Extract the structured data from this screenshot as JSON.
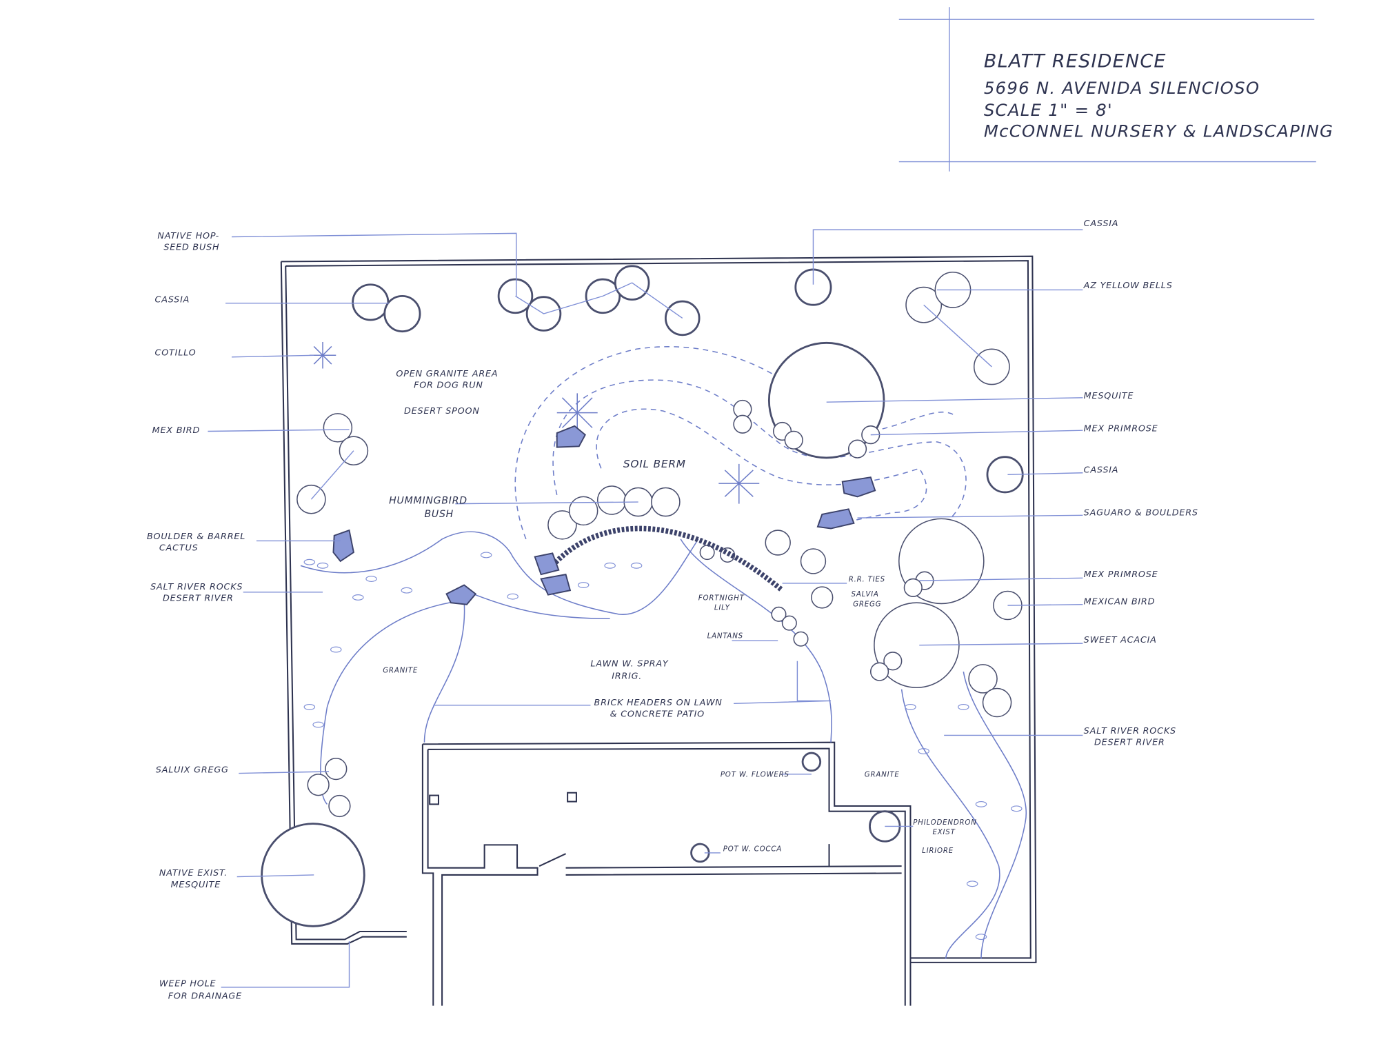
{
  "title_block": {
    "project": "BLATT RESIDENCE",
    "address": "5696 N. AVENIDA SILENCIOSO",
    "scale": "SCALE 1\" = 8'",
    "company": "McCONNEL NURSERY & LANDSCAPING"
  },
  "left_labels": {
    "hop_seed": [
      "NATIVE HOP-",
      "SEED BUSH"
    ],
    "cassia": "CASSIA",
    "cotillo": "COTILLO",
    "mex_bird": "MEX BIRD",
    "boulder_barrel": [
      "BOULDER & BARREL",
      "CACTUS"
    ],
    "salt_river": [
      "SALT RIVER ROCKS",
      "DESERT RIVER"
    ],
    "saluix": "SALUIX GREGG",
    "native_mesquite": [
      "NATIVE EXIST.",
      "MESQUITE"
    ],
    "weep_hole": [
      "WEEP HOLE",
      "FOR DRAINAGE"
    ]
  },
  "right_labels": {
    "cassia_top": "CASSIA",
    "az_yellow": "AZ YELLOW BELLS",
    "mesquite": "MESQUITE",
    "mex_primrose_1": "MEX PRIMROSE",
    "cassia_mid": "CASSIA",
    "saguaro": "SAGUARO & BOULDERS",
    "mex_primrose_2": "MEX PRIMROSE",
    "mexican_bird": "MEXICAN BIRD",
    "sweet_acacia": "SWEET ACACIA",
    "salt_river": [
      "SALT RIVER ROCKS",
      "DESERT RIVER"
    ]
  },
  "interior_labels": {
    "dog_run": [
      "OPEN GRANITE AREA",
      "FOR DOG RUN"
    ],
    "desert_spoon": "DESERT SPOON",
    "soil_berm": "SOIL BERM",
    "hummingbird": [
      "HUMMINGBIRD",
      "BUSH"
    ],
    "rr_ties": "R.R. TIES",
    "salvia": [
      "SALVIA",
      "GREGG"
    ],
    "fortnight": [
      "FORTNIGHT",
      "LILY"
    ],
    "lantans": "LANTANS",
    "lawn": [
      "LAWN W. SPRAY",
      "IRRIG."
    ],
    "granite_left": "GRANITE",
    "brick": [
      "BRICK HEADERS ON LAWN",
      "& CONCRETE PATIO"
    ],
    "pot_flowers": "POT W. FLOWERS",
    "granite_right": "GRANITE",
    "pot_cocca": "POT W. COCCA",
    "philodendron": [
      "PHILODENDRON",
      "EXIST"
    ],
    "liriore": "LIRIORE"
  },
  "colors": {
    "ink": "#2e3350",
    "leader": "#7f8fd6",
    "boulder": "#8a98d6"
  }
}
